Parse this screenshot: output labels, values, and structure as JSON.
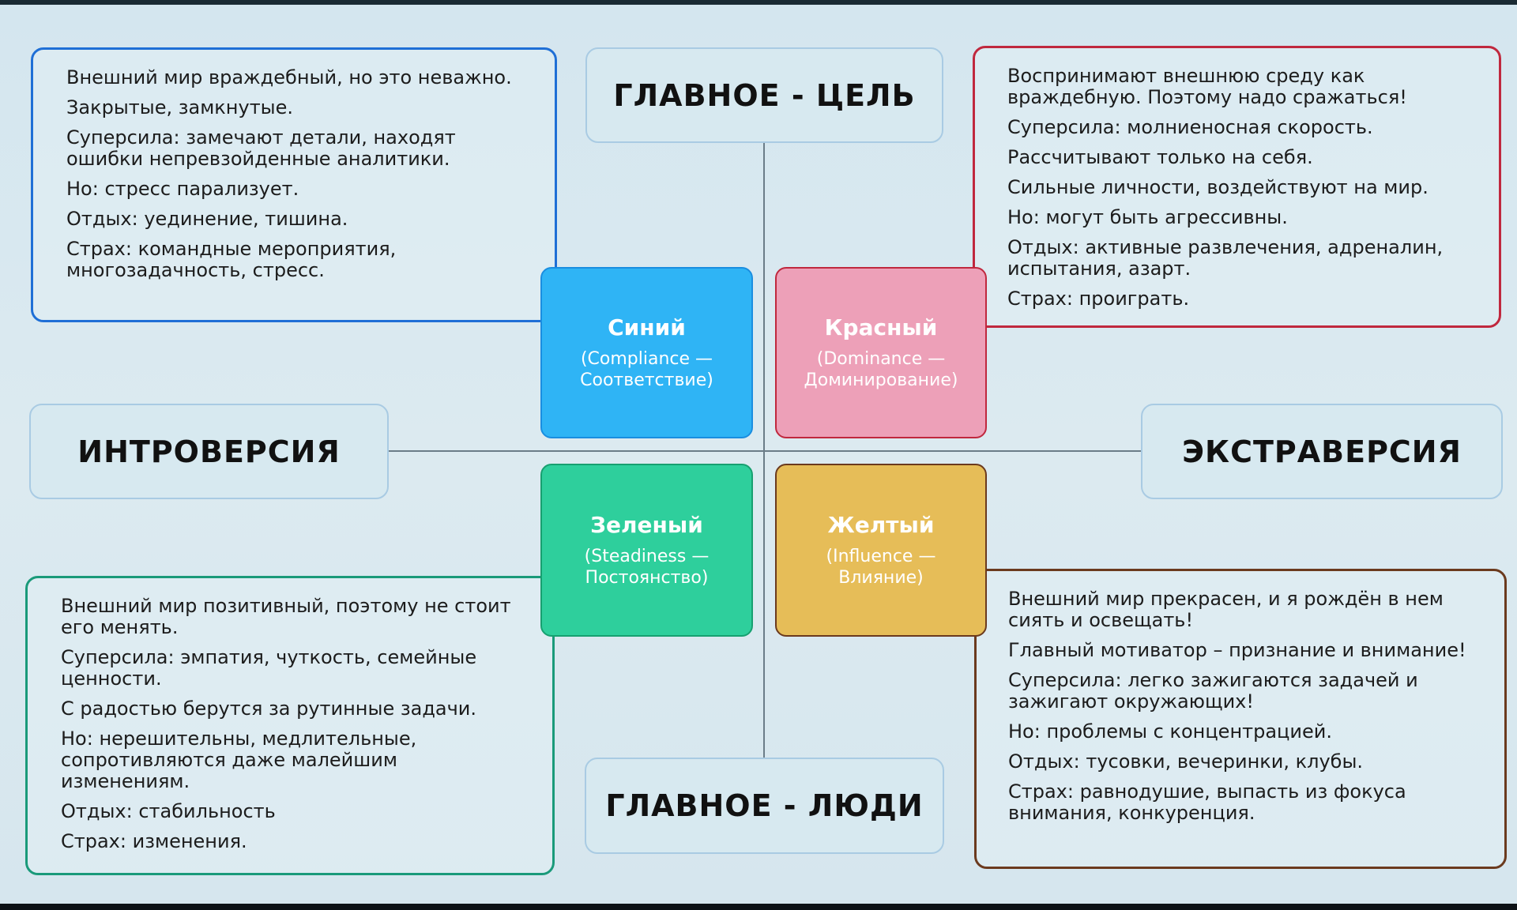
{
  "axes": {
    "top": "ГЛАВНОЕ - ЦЕЛЬ",
    "bottom": "ГЛАВНОЕ - ЛЮДИ",
    "left": "ИНТРОВЕРСИЯ",
    "right": "ЭКСТРАВЕРСИЯ"
  },
  "tiles": {
    "blue": {
      "title": "Синий",
      "subtitle": "(Compliance — Соответствие)",
      "color": "#2fb4f5"
    },
    "red": {
      "title": "Красный",
      "subtitle": "(Dominance — Доминирование)",
      "color": "#eda0b8"
    },
    "green": {
      "title": "Зеленый",
      "subtitle": "(Steadiness — Постоянство)",
      "color": "#2ecf9c"
    },
    "yellow": {
      "title": "Желтый",
      "subtitle": "(Influence — Влияние)",
      "color": "#e6bd58"
    }
  },
  "descriptions": {
    "blue": [
      "Внешний мир враждебный, но это неважно.",
      "Закрытые, замкнутые.",
      "Суперсила: замечают детали, находят ошибки непревзойденные аналитики.",
      "Но: стресс парализует.",
      "Отдых: уединение, тишина.",
      "Страх: командные мероприятия, многозадачность, стресс."
    ],
    "red": [
      "Воспринимают внешнюю среду как враждебную. Поэтому надо сражаться!",
      "Суперсила: молниеносная скорость.",
      "Рассчитывают только на себя.",
      "Сильные личности, воздействуют на мир.",
      "Но: могут быть агрессивны.",
      "Отдых: активные развлечения, адреналин, испытания, азарт.",
      "Страх: проиграть."
    ],
    "green": [
      "Внешний мир позитивный, поэтому не стоит его менять.",
      "Суперсила: эмпатия, чуткость, семейные ценности.",
      "С радостью берутся за рутинные задачи.",
      "Но: нерешительны, медлительные, сопротивляются даже малейшим изменениям.",
      "Отдых: стабильность",
      "Страх: изменения."
    ],
    "yellow": [
      "Внешний мир прекрасен, и я рождён в нем сиять и освещать!",
      "Главный мотиватор – признание и внимание!",
      "Суперсила: легко зажигаются задачей и зажигают окружающих!",
      "Но: проблемы с концентрацией.",
      "Отдых: тусовки, вечеринки, клубы.",
      "Страх: равнодушие, выпасть из фокуса внимания, конкуренция."
    ]
  },
  "colors": {
    "blue_border": "#1f6fd6",
    "red_border": "#c0283e",
    "green_border": "#1a9a7a",
    "yellow_border": "#6b3a1e"
  }
}
